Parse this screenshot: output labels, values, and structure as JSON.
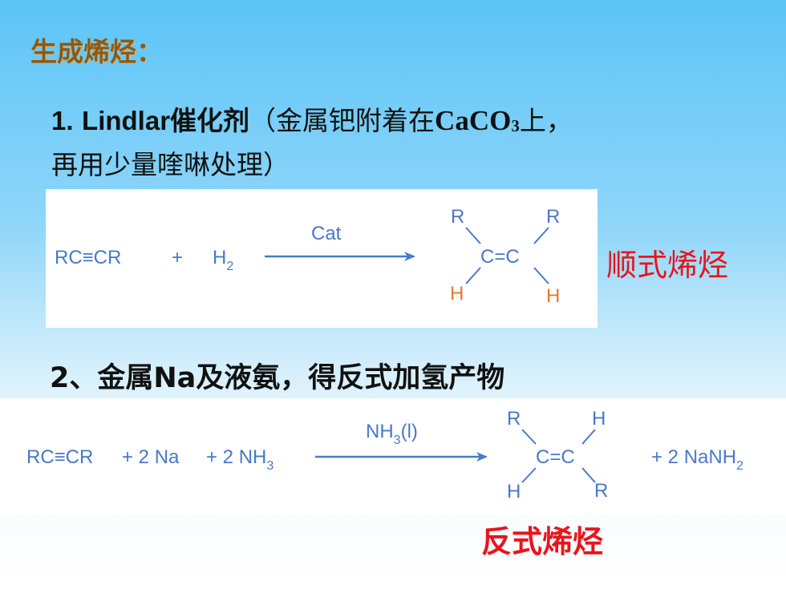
{
  "title": "生成烯烃：",
  "method1": {
    "number": "1.",
    "catalyst": "Lindlar催化剂",
    "paren_open": "（金属钯附着在",
    "formula_main": "CaCO",
    "formula_sub": "3",
    "after_formula": "上，",
    "line2": "再用少量喹啉处理）"
  },
  "reaction1": {
    "reactant": "RC≡CR",
    "plus": "+",
    "h2_main": "H",
    "h2_sub": "2",
    "arrow_label": "Cat",
    "product": {
      "top_left": "R",
      "top_right": "R",
      "center": "C=C",
      "bottom_left": "H",
      "bottom_right": "H"
    },
    "label": "顺式烯烃"
  },
  "method2": {
    "heading": "2、金属Na及液氨，得反式加氢产物"
  },
  "reaction2": {
    "reactant": "RC≡CR",
    "reagent1": "+ 2 Na",
    "reagent2_main": "+ 2 NH",
    "reagent2_sub": "3",
    "arrow_label_main": "NH",
    "arrow_label_sub": "3",
    "arrow_label_suffix": "(l)",
    "product": {
      "top_left": "R",
      "top_right": "H",
      "center": "C=C",
      "bottom_left": "H",
      "bottom_right": "R"
    },
    "byproduct_main": "+ 2 NaNH",
    "byproduct_sub": "2",
    "label": "反式烯烃"
  },
  "colors": {
    "title": "#8b5a16",
    "reaction_text": "#4a78c8",
    "hydrogen_highlight": "#e8782c",
    "label_red": "#e8141c"
  }
}
